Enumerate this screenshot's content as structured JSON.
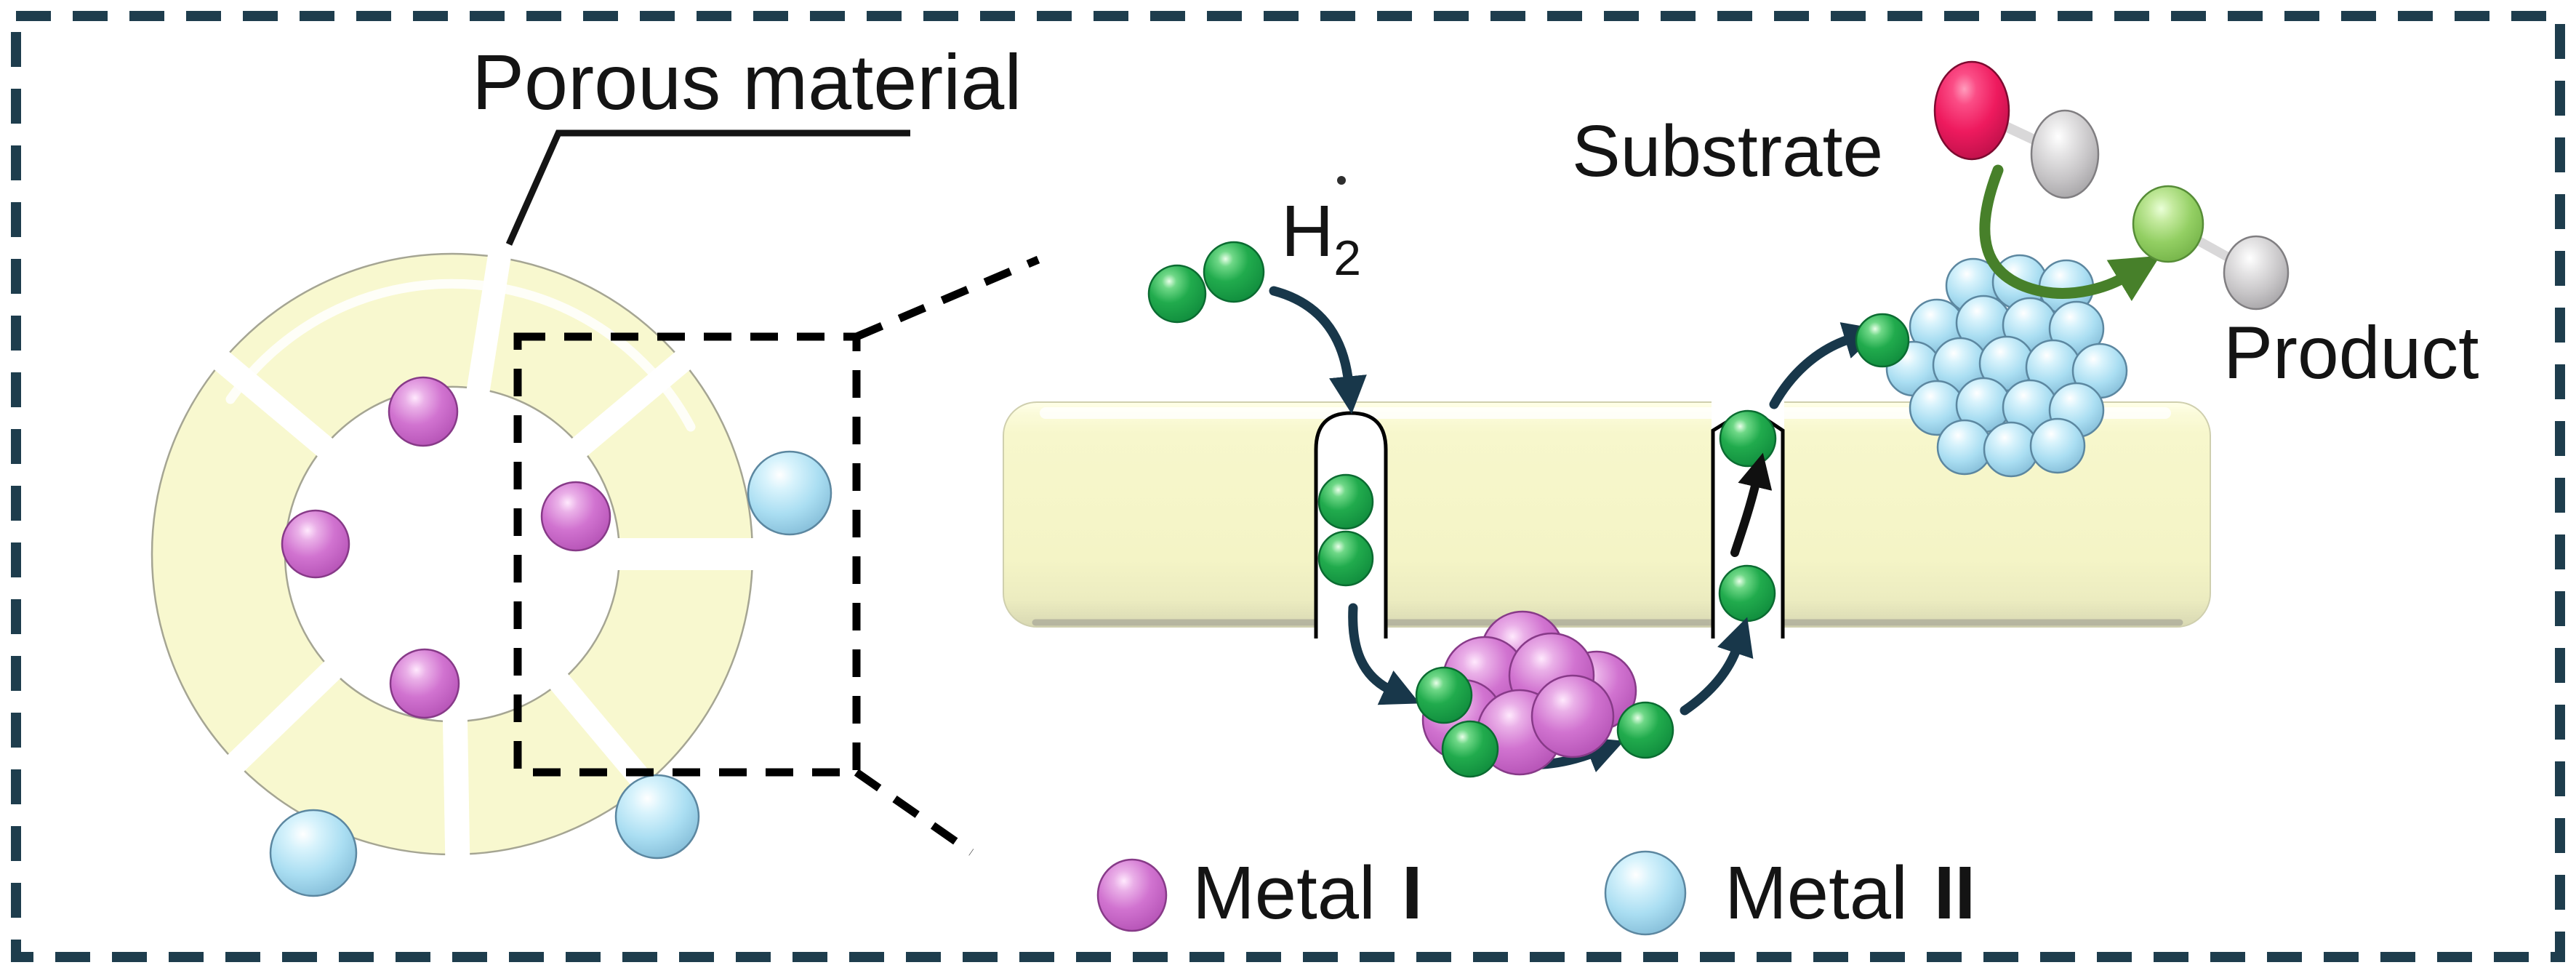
{
  "labels": {
    "porous_material": "Porous material",
    "h2_base": "H",
    "h2_sub": "2",
    "substrate": "Substrate",
    "product": "Product"
  },
  "legend": {
    "metal1_prefix": "Metal",
    "metal1_numeral": "I",
    "metal2_prefix": "Metal",
    "metal2_numeral": "II"
  },
  "colors": {
    "background": "#ffffff",
    "outer_border_dash": "#1e3d4d",
    "zoom_box_dash": "#000000",
    "porous_ring_fill": "#f8f8cf",
    "membrane_slab_fill": "#f5f5c8",
    "metal1_magenta": "#d173d0",
    "metal2_blue": "#aadef2",
    "hydrogen_green": "#21ab4d",
    "substrate_red": "#ee1a5e",
    "product_light_green": "#93cf63",
    "atom_gray": "#c6c4c6",
    "transport_arrow_navy": "#18374a",
    "reaction_arrow_green": "#47802a",
    "label_text": "#141414"
  }
}
